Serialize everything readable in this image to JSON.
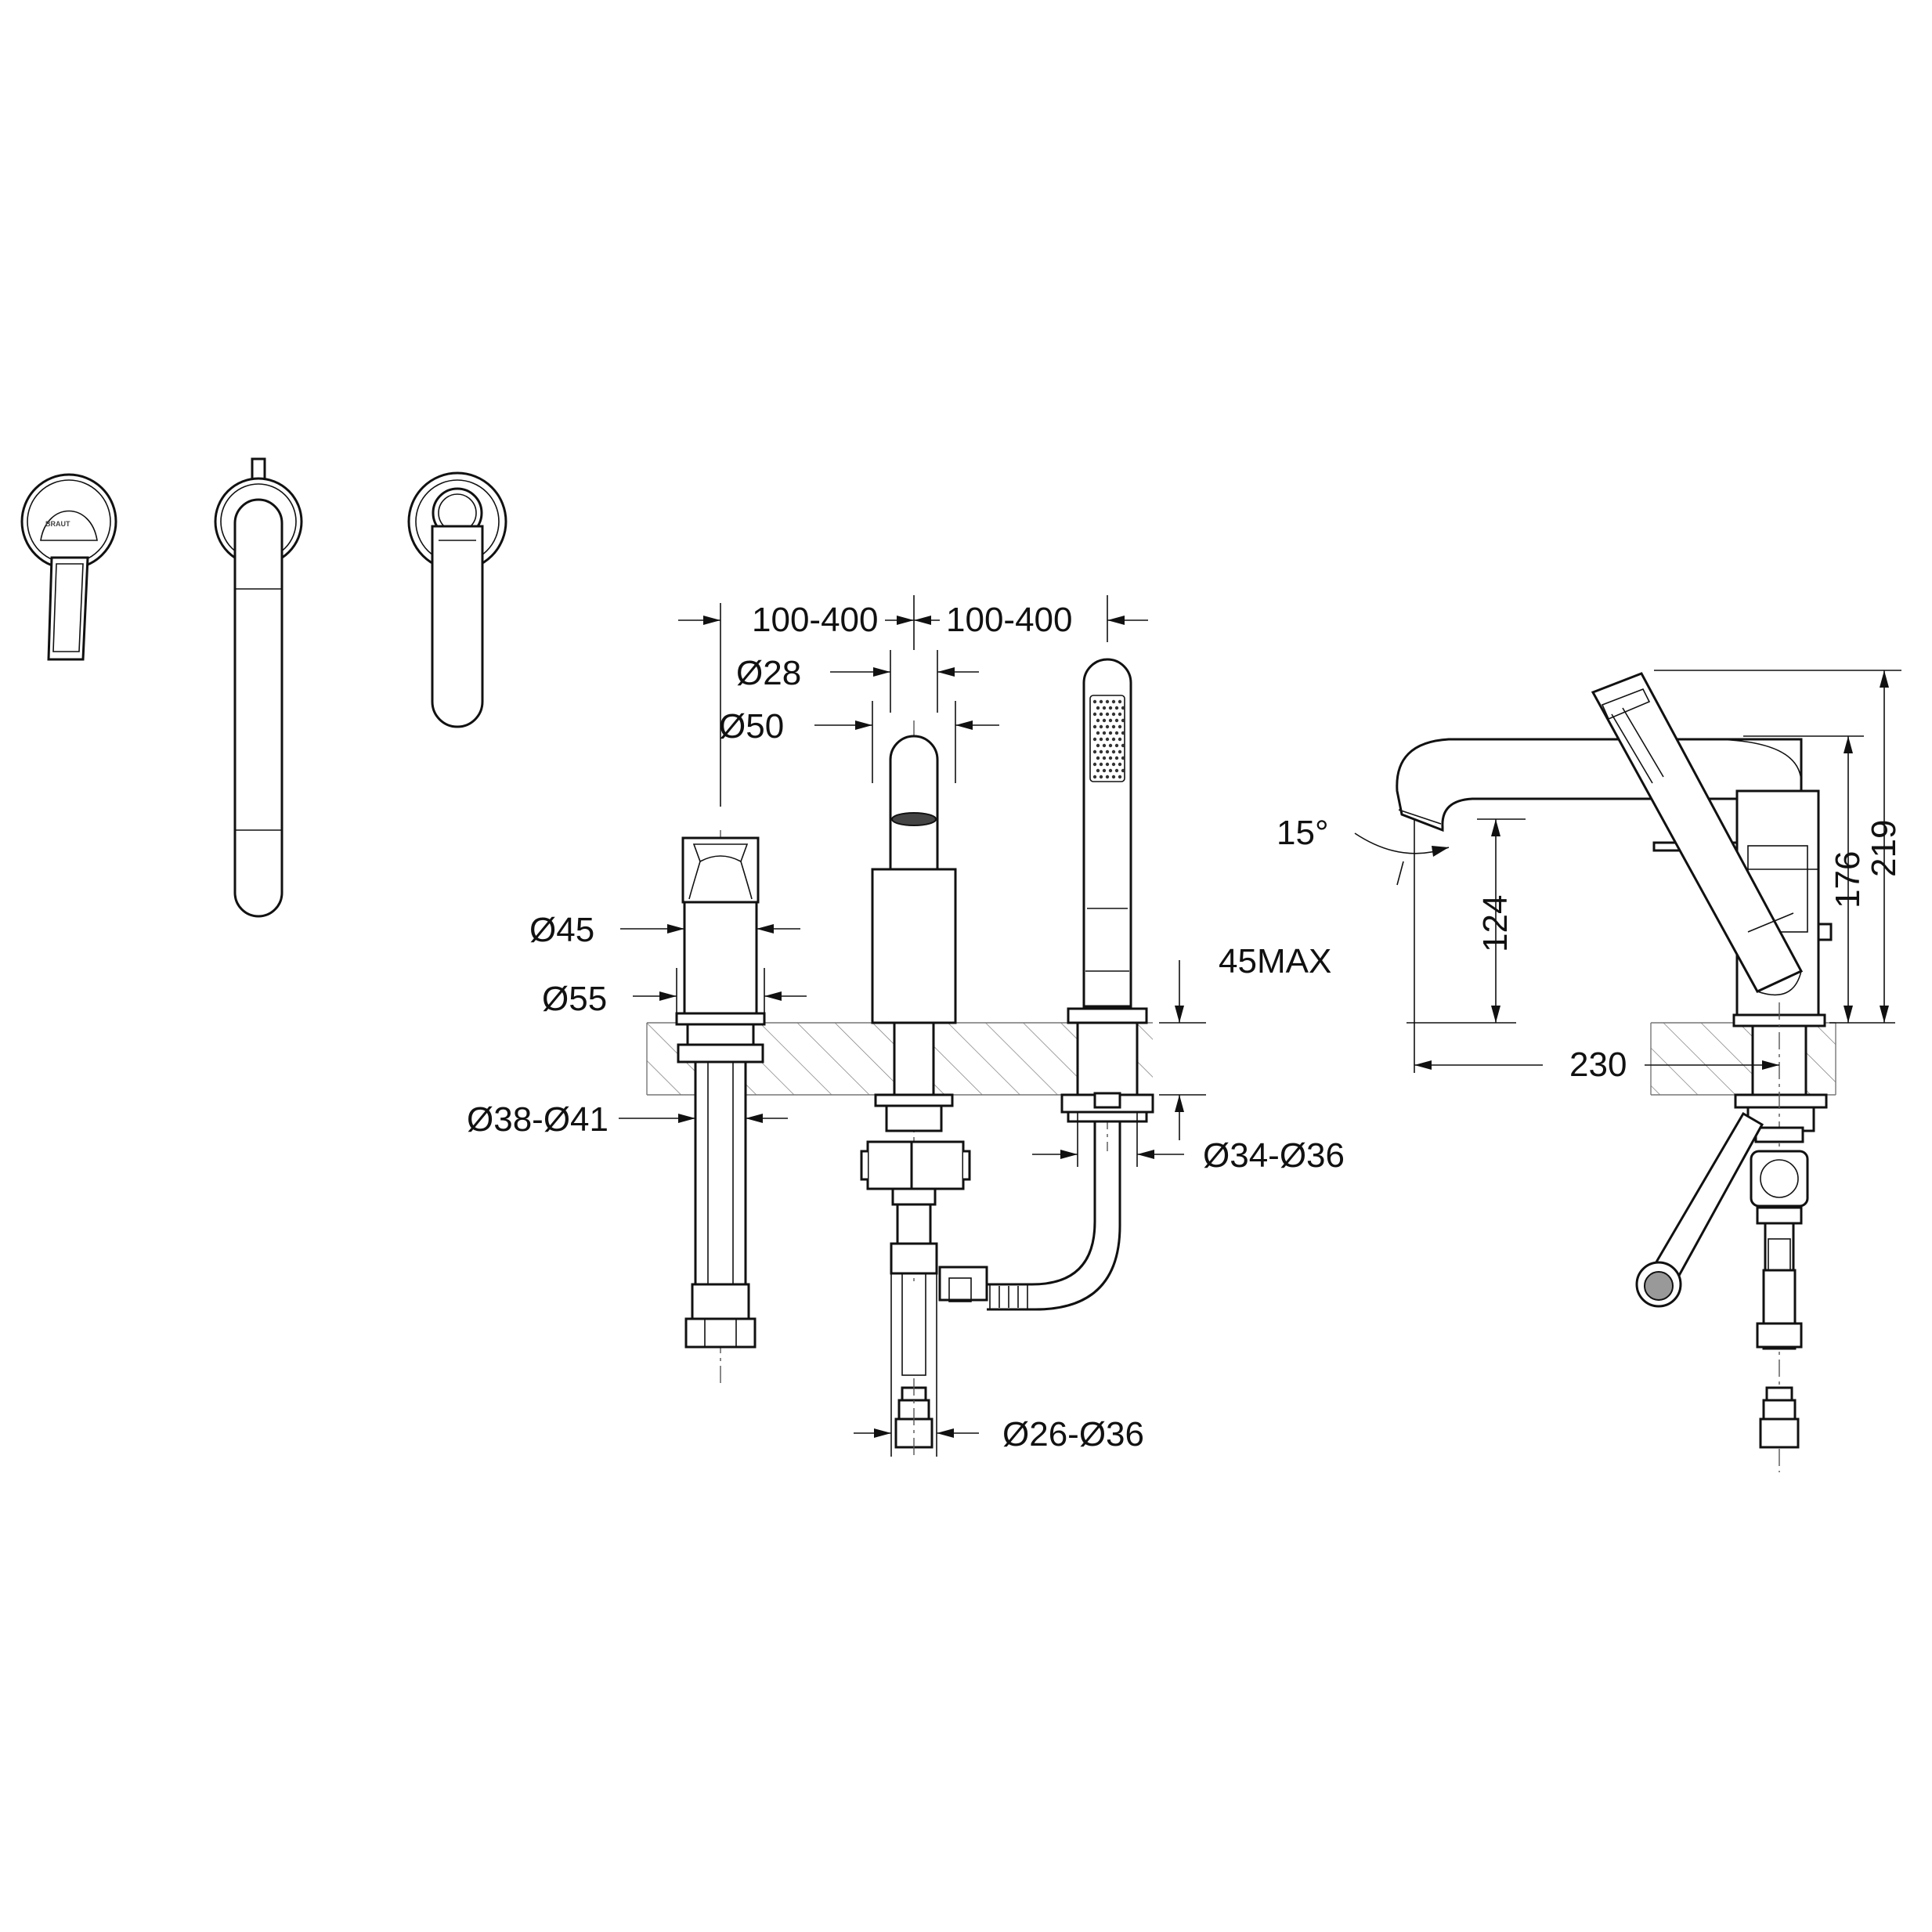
{
  "dimensions": {
    "spacing_left": "100-400",
    "spacing_right": "100-400",
    "spout_dia_top": "Ø28",
    "spout_dia_body": "Ø50",
    "handle_dia_top": "Ø45",
    "handle_dia_base": "Ø55",
    "handle_hole": "Ø38-Ø41",
    "deck_max": "45MAX",
    "shower_hole": "Ø34-Ø36",
    "spout_hole": "Ø26-Ø36",
    "swivel_angle": "15°",
    "spout_height": "124",
    "total_height_mid": "176",
    "total_height": "219",
    "projection": "230"
  },
  "logo": {
    "text": "BRAUT"
  }
}
